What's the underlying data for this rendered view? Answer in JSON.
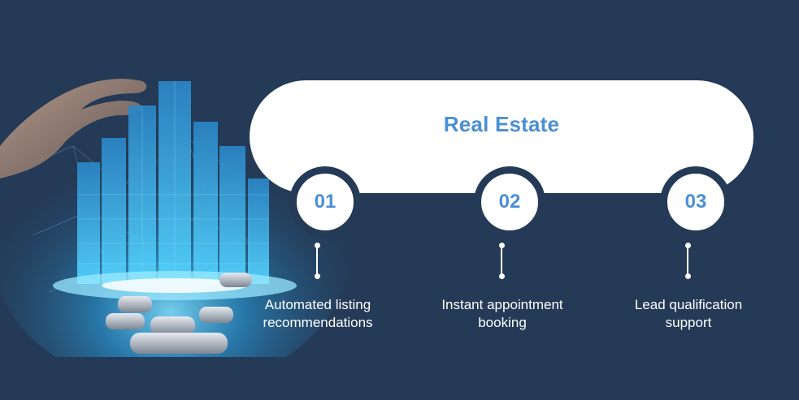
{
  "header": {
    "title": "Real Estate"
  },
  "steps": [
    {
      "number": "01",
      "line1": "Automated listing",
      "line2": "recommendations"
    },
    {
      "number": "02",
      "line1": "Instant appointment",
      "line2": "booking"
    },
    {
      "number": "03",
      "line1": "Lead qualification",
      "line2": "support"
    }
  ],
  "colors": {
    "background": "#243a56",
    "accent": "#4a8fd4",
    "pill": "#ffffff",
    "illustration_glow": "#3fb8ff"
  },
  "icons": [
    "holographic-city-illustration",
    "human-hand-icon",
    "robot-hand-icon"
  ]
}
